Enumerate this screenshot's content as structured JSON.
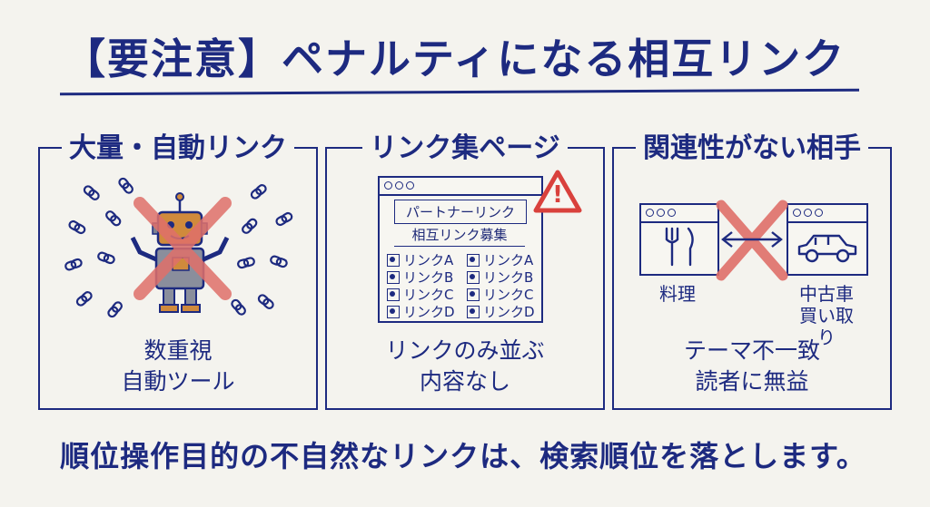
{
  "title": "【要注意】ペナルティになる相互リンク",
  "panels": [
    {
      "heading": "大量・自動リンク",
      "caption_line1": "数重視",
      "caption_line2": "自動ツール"
    },
    {
      "heading": "リンク集ページ",
      "caption_line1": "リンクのみ並ぶ",
      "caption_line2": "内容なし",
      "window_line1": "パートナーリンク",
      "window_line2": "相互リンク募集",
      "links_left": [
        "リンクA",
        "リンクB",
        "リンクC",
        "リンクD"
      ],
      "links_right": [
        "リンクA",
        "リンクB",
        "リンクC",
        "リンクD"
      ],
      "warning_glyph": "!"
    },
    {
      "heading": "関連性がない相手",
      "caption_line1": "テーマ不一致",
      "caption_line2": "読者に無益",
      "left_label": "料理",
      "right_label_line1": "中古車",
      "right_label_line2": "買い取り"
    }
  ],
  "footer": "順位操作目的の不自然なリンクは、検索順位を落とします。",
  "colors": {
    "ink": "#1d2a80",
    "cross": "#e0706a",
    "warning": "#d9413c",
    "paper": "#f4f3ee"
  }
}
